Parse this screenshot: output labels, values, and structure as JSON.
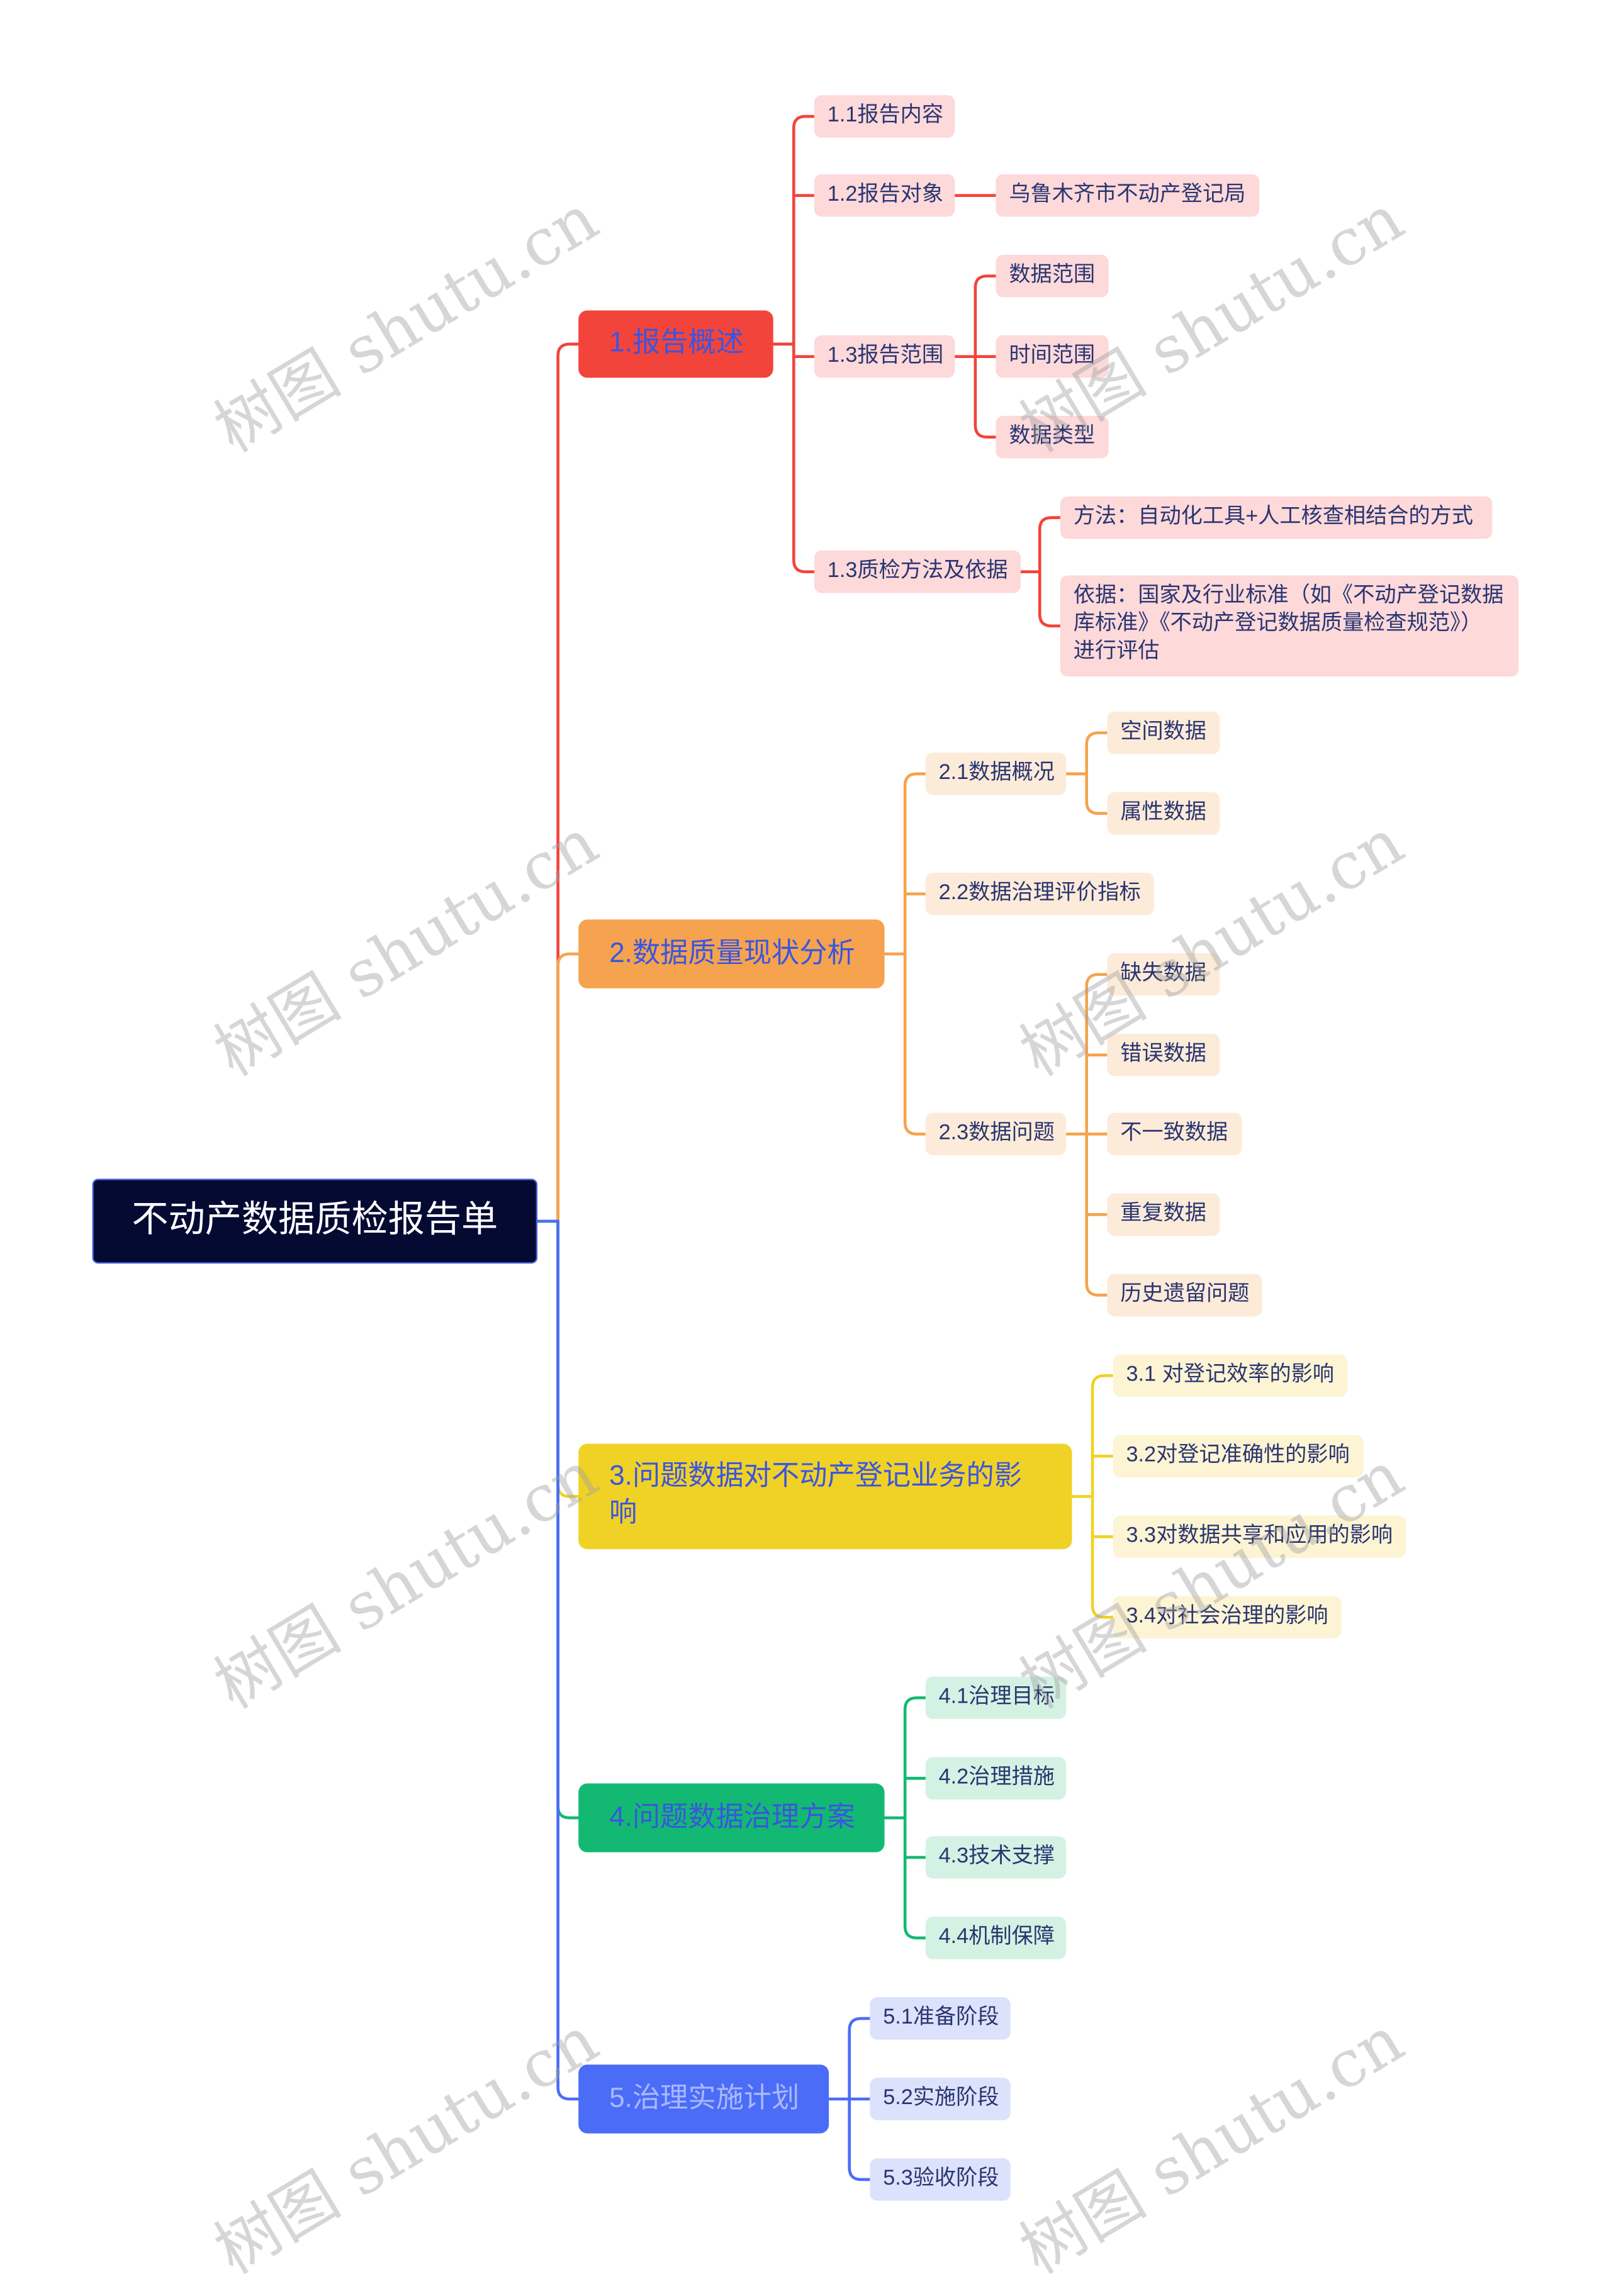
{
  "watermark": "树图 shutu.cn",
  "colors": {
    "background": "#ffffff",
    "root_bg": "#050a33",
    "root_border": "#4461d6",
    "root_text": "#ffffff",
    "node_text": "#2a3570",
    "watermark": "#a0a0a0"
  },
  "root": {
    "label": "不动产数据质检报告单"
  },
  "branches": [
    {
      "label": "1.报告概述",
      "color": "#f2443b",
      "light": "#fdd9da",
      "text_color": "#3a55e0",
      "children": [
        {
          "label": "1.1报告内容"
        },
        {
          "label": "1.2报告对象",
          "children": [
            {
              "label": "乌鲁木齐市不动产登记局"
            }
          ]
        },
        {
          "label": "1.3报告范围",
          "children": [
            {
              "label": "数据范围"
            },
            {
              "label": "时间范围"
            },
            {
              "label": "数据类型"
            }
          ]
        },
        {
          "label": "1.3质检方法及依据",
          "children": [
            {
              "label": "方法：自动化工具+人工核查相结合的方式"
            },
            {
              "lines": [
                "依据：国家及行业标准（如《不动产登记数据",
                "库标准》《不动产登记数据质量检查规范》）",
                "进行评估"
              ]
            }
          ]
        }
      ]
    },
    {
      "label": "2.数据质量现状分析",
      "color": "#f5a34e",
      "light": "#fdebd9",
      "text_color": "#3a55e0",
      "children": [
        {
          "label": "2.1数据概况",
          "children": [
            {
              "label": "空间数据"
            },
            {
              "label": "属性数据"
            }
          ]
        },
        {
          "label": "2.2数据治理评价指标"
        },
        {
          "label": "2.3数据问题",
          "children": [
            {
              "label": "缺失数据"
            },
            {
              "label": "错误数据"
            },
            {
              "label": "不一致数据"
            },
            {
              "label": "重复数据"
            },
            {
              "label": "历史遗留问题"
            }
          ]
        }
      ]
    },
    {
      "label_lines": [
        "3.问题数据对不动产登记业务的影",
        "响"
      ],
      "color": "#f0d227",
      "light": "#fdf4d4",
      "text_color": "#3a55e0",
      "children": [
        {
          "label": "3.1 对登记效率的影响"
        },
        {
          "label": "3.2对登记准确性的影响"
        },
        {
          "label": "3.3对数据共享和应用的影响"
        },
        {
          "label": "3.4对社会治理的影响"
        }
      ]
    },
    {
      "label": "4.问题数据治理方案",
      "color": "#13b972",
      "light": "#d4f2e4",
      "text_color": "#3a55e0",
      "children": [
        {
          "label": "4.1治理目标"
        },
        {
          "label": "4.2治理措施"
        },
        {
          "label": "4.3技术支撑"
        },
        {
          "label": "4.4机制保障"
        }
      ]
    },
    {
      "label": "5.治理实施计划",
      "color": "#4b6cf6",
      "light": "#dce2fb",
      "text_color": "#a9b8ff",
      "children": [
        {
          "label": "5.1准备阶段"
        },
        {
          "label": "5.2实施阶段"
        },
        {
          "label": "5.3验收阶段"
        }
      ]
    }
  ]
}
